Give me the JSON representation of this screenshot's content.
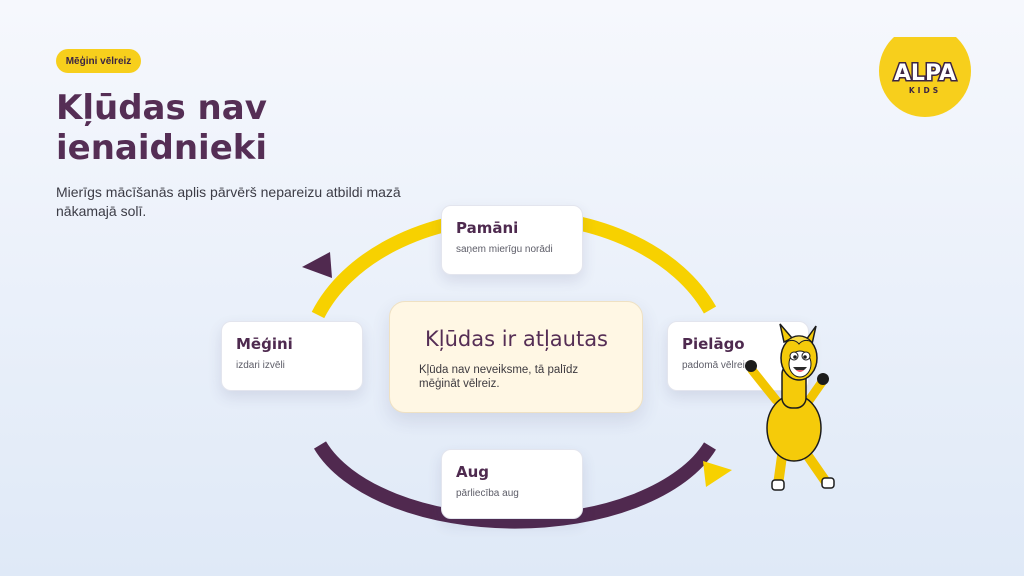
{
  "badge": {
    "label": "Mēģini vēlreiz"
  },
  "header": {
    "title_line1": "Kļūdas nav",
    "title_line2": "ienaidnieki",
    "subtitle": "Mierīgs mācīšanās aplis pārvērš nepareizu atbildi mazā nākamajā solī."
  },
  "logo": {
    "text": "ALPA",
    "subtext": "KIDS",
    "color": "#f7cf1c"
  },
  "cycle": {
    "steps": [
      {
        "title": "Pamāni",
        "desc": "saņem mierīgu norādi"
      },
      {
        "title": "Pielāgo",
        "desc": "padomā vēlreiz"
      },
      {
        "title": "Aug",
        "desc": "pārliecība aug"
      },
      {
        "title": "Mēģini",
        "desc": "izdari izvēli"
      }
    ],
    "center": {
      "title": "Kļūdas ir atļautas",
      "desc": "Kļūda nav neveiksme, tā palīdz mēģināt vēlreiz."
    },
    "colors": {
      "top_arc": "#f7d100",
      "bottom_arc": "#50294f"
    }
  },
  "mascot": {
    "icon": "alpaca-mascot-icon"
  }
}
